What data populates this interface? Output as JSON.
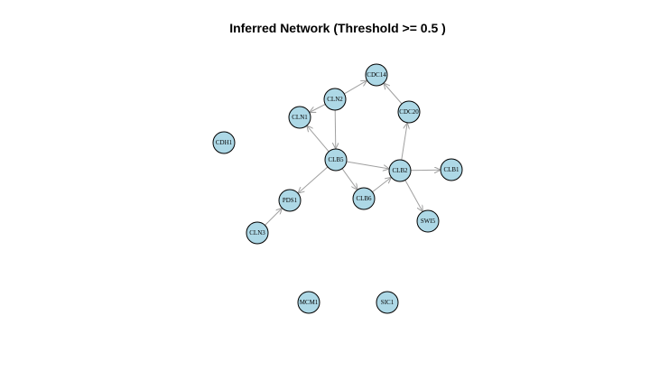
{
  "title": "Inferred Network (Threshold >= 0.5 )",
  "colors": {
    "node_fill": "#add8e6",
    "node_stroke": "#000000",
    "edge": "#a0a0a0"
  },
  "nodes": [
    {
      "id": "CDC14",
      "label": "CDC14"
    },
    {
      "id": "CLN2",
      "label": "CLN2"
    },
    {
      "id": "CLN1",
      "label": "CLN1"
    },
    {
      "id": "CDC20",
      "label": "CDC20"
    },
    {
      "id": "CDH1",
      "label": "CDH1"
    },
    {
      "id": "CLB5",
      "label": "CLB5"
    },
    {
      "id": "CLB2",
      "label": "CLB2"
    },
    {
      "id": "CLB1",
      "label": "CLB1"
    },
    {
      "id": "PDS1",
      "label": "PDS1"
    },
    {
      "id": "CLB6",
      "label": "CLB6"
    },
    {
      "id": "SWI5",
      "label": "SWI5"
    },
    {
      "id": "CLN3",
      "label": "CLN3"
    },
    {
      "id": "MCM1",
      "label": "MCM1"
    },
    {
      "id": "SIC1",
      "label": "SIC1"
    }
  ],
  "edges": [
    {
      "from": "CLN2",
      "to": "CDC14"
    },
    {
      "from": "CLN2",
      "to": "CLN1"
    },
    {
      "from": "CLB5",
      "to": "CLN1"
    },
    {
      "from": "CLN2",
      "to": "CLB5"
    },
    {
      "from": "CDC20",
      "to": "CDC14"
    },
    {
      "from": "CLB2",
      "to": "CDC20"
    },
    {
      "from": "CLB5",
      "to": "CLB2"
    },
    {
      "from": "CLB2",
      "to": "CLB1"
    },
    {
      "from": "CLB5",
      "to": "PDS1"
    },
    {
      "from": "CLB5",
      "to": "CLB6"
    },
    {
      "from": "CLB6",
      "to": "CLB2"
    },
    {
      "from": "CLB2",
      "to": "SWI5"
    },
    {
      "from": "CLN3",
      "to": "PDS1"
    }
  ]
}
